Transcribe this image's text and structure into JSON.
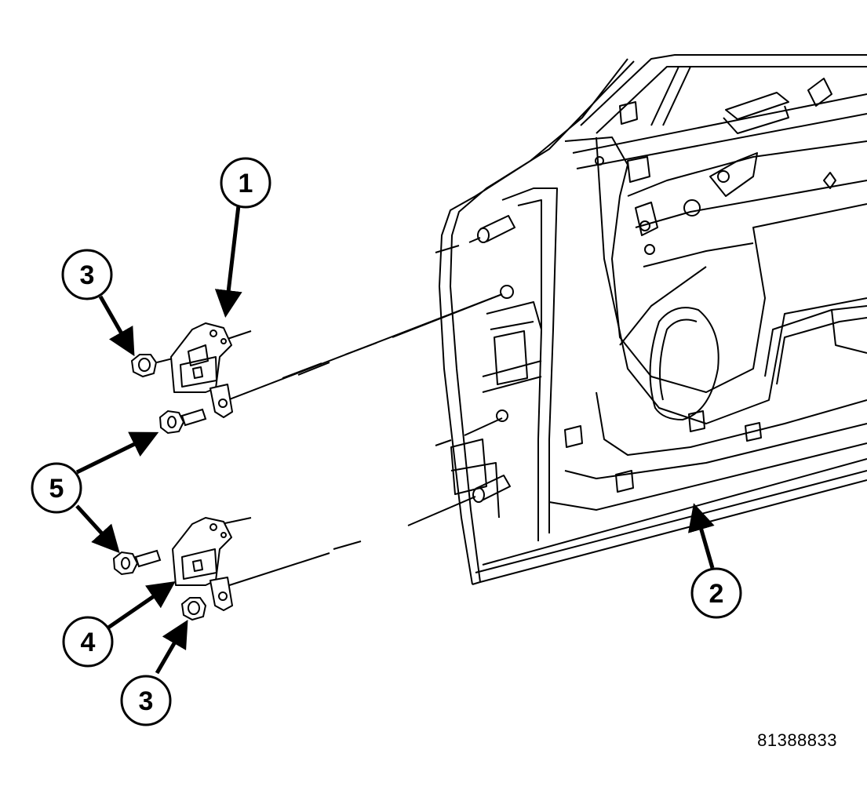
{
  "callouts": {
    "c1": "1",
    "c2": "2",
    "c3_upper": "3",
    "c3_lower": "3",
    "c4": "4",
    "c5": "5"
  },
  "figure_id": "81388833"
}
